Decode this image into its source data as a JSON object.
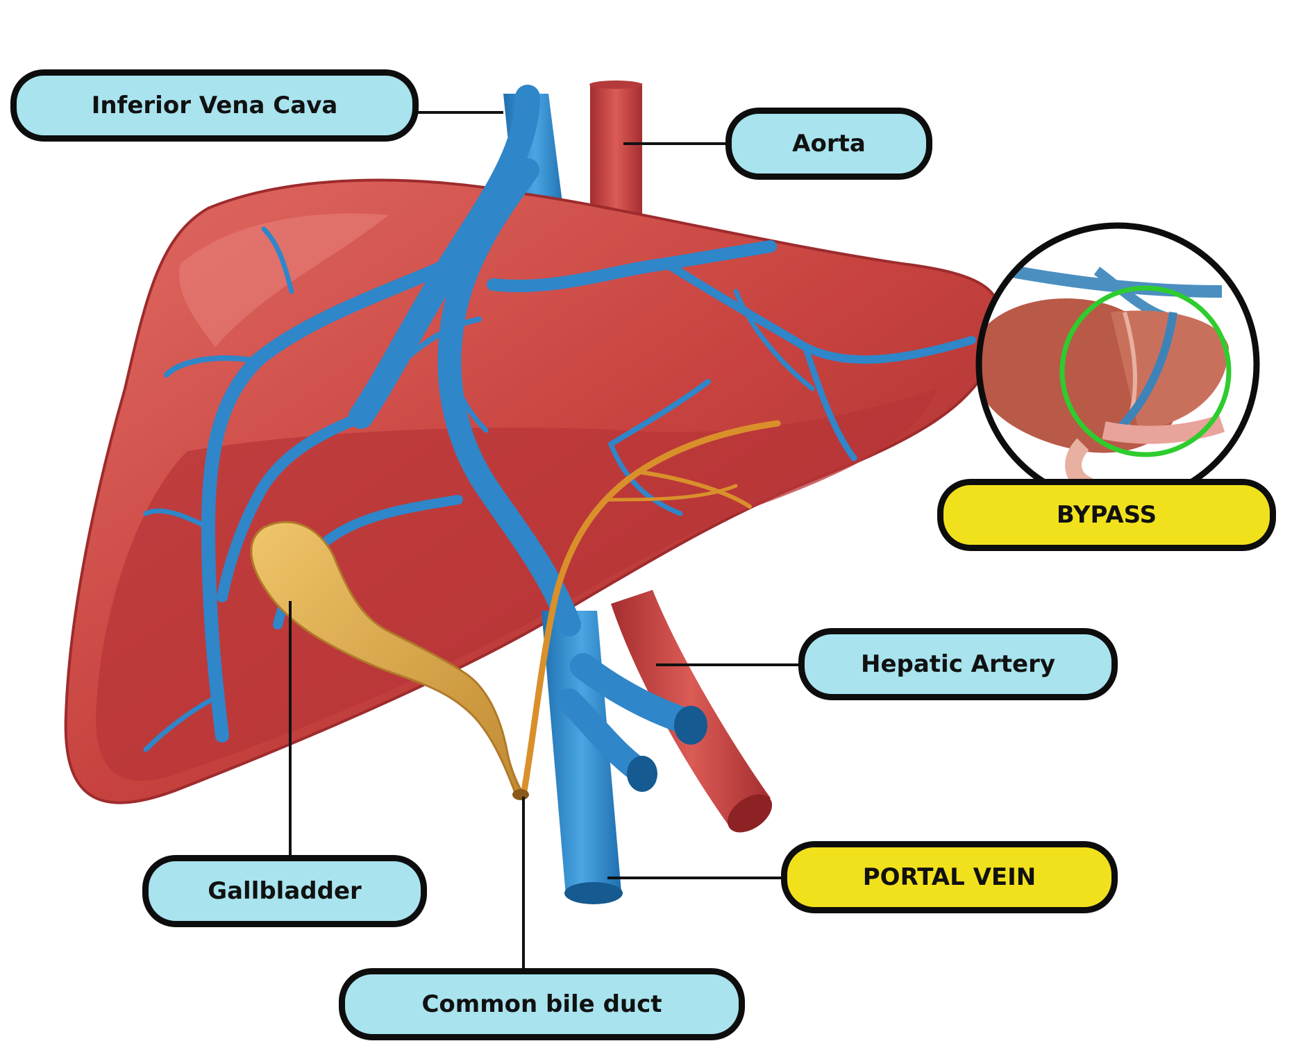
{
  "labels": {
    "ivc": "Inferior Vena Cava",
    "aorta": "Aorta",
    "bypass": "BYPASS",
    "hepatic_artery": "Hepatic Artery",
    "gallbladder": "Gallbladder",
    "portal_vein": "PORTAL VEIN",
    "bile_duct": "Common bile duct"
  },
  "colors": {
    "label_fill": "#a8e3ee",
    "highlight_fill": "#f1e11d",
    "outline": "#0d0d0d",
    "liver": "#c8433f",
    "vein": "#2f86c9",
    "artery": "#c63b3b",
    "gallbladder": "#d9a64a",
    "bypass_ring": "#2ecc2e"
  },
  "icons": {
    "organ": "liver-illustration",
    "inset": "liver-bypass-inset"
  }
}
